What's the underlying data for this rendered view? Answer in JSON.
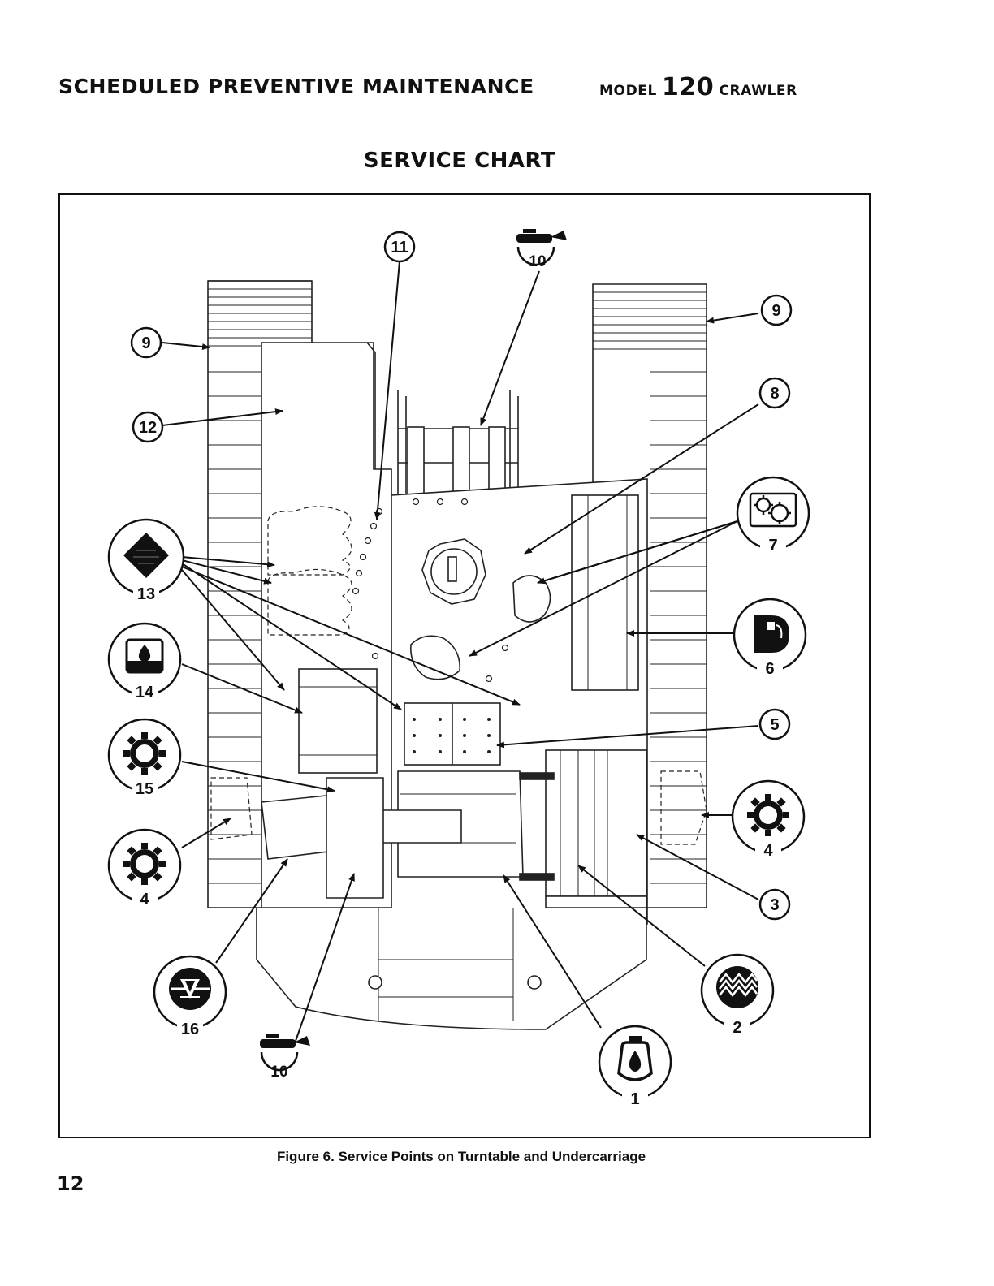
{
  "header": {
    "left_title": "SCHEDULED PREVENTIVE MAINTENANCE",
    "model_word": "MODEL",
    "model_number": "120",
    "crawler_word": "CRAWLER"
  },
  "chart_title": "SERVICE CHART",
  "figure_caption": "Figure 6.  Service Points on Turntable and Undercarriage",
  "page_number": "12",
  "callouts": {
    "c1": "1",
    "c2": "2",
    "c3": "3",
    "c4_right": "4",
    "c4_left": "4",
    "c5": "5",
    "c6": "6",
    "c7": "7",
    "c8": "8",
    "c9_left": "9",
    "c9_right": "9",
    "c10_top": "10",
    "c10_bottom": "10",
    "c11": "11",
    "c12": "12",
    "c13": "13",
    "c14": "14",
    "c15": "15",
    "c16": "16"
  },
  "icons": {
    "c1": "engine-oil-icon",
    "c2": "coolant-icon",
    "c4": "gear-lube-icon",
    "c6": "fuel-icon",
    "c7": "gearbox-icon",
    "c10": "grease-gun-icon",
    "c13": "filter-element-icon",
    "c14": "hydraulic-reservoir-icon",
    "c15": "gear-lube-icon",
    "c16": "drain-icon"
  }
}
